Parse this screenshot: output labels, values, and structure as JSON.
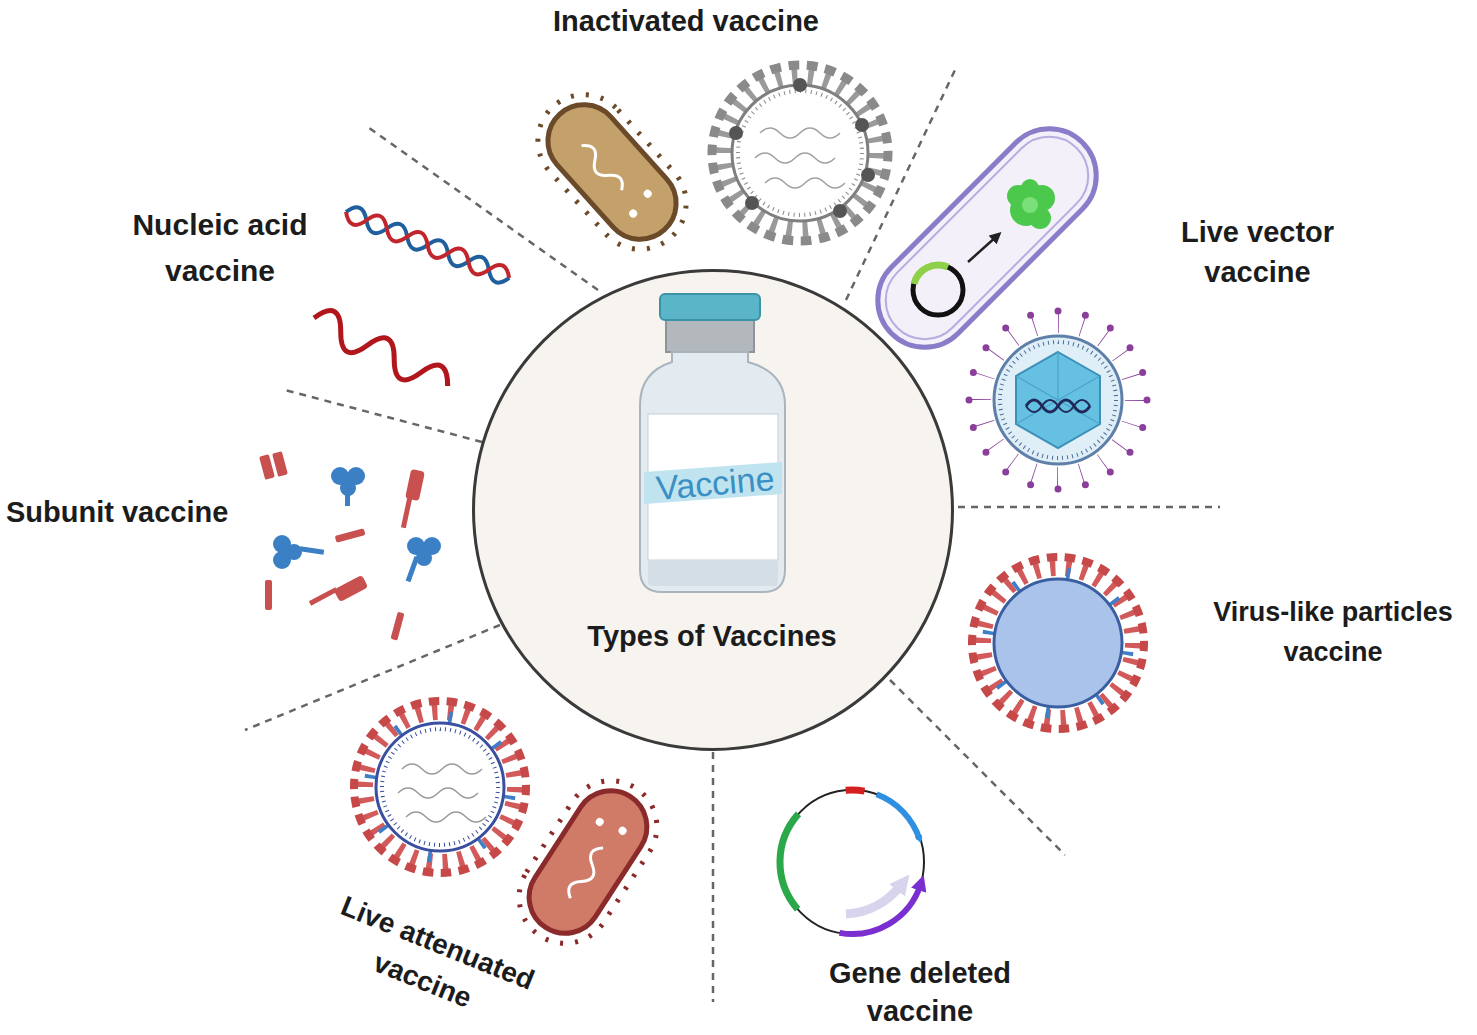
{
  "diagram": {
    "nodes": [
      {
        "text": [
          "Vaccine",
          "Types of Vaccines"
        ]
      }
    ],
    "labels": [
      "Inactivated vaccine",
      "Live vector vaccine",
      "Virus-like particles vaccine",
      "Gene deleted vaccine",
      "Live attenuated vaccine",
      "Subunit vaccine",
      "Nucleic acid vaccine"
    ]
  }
}
